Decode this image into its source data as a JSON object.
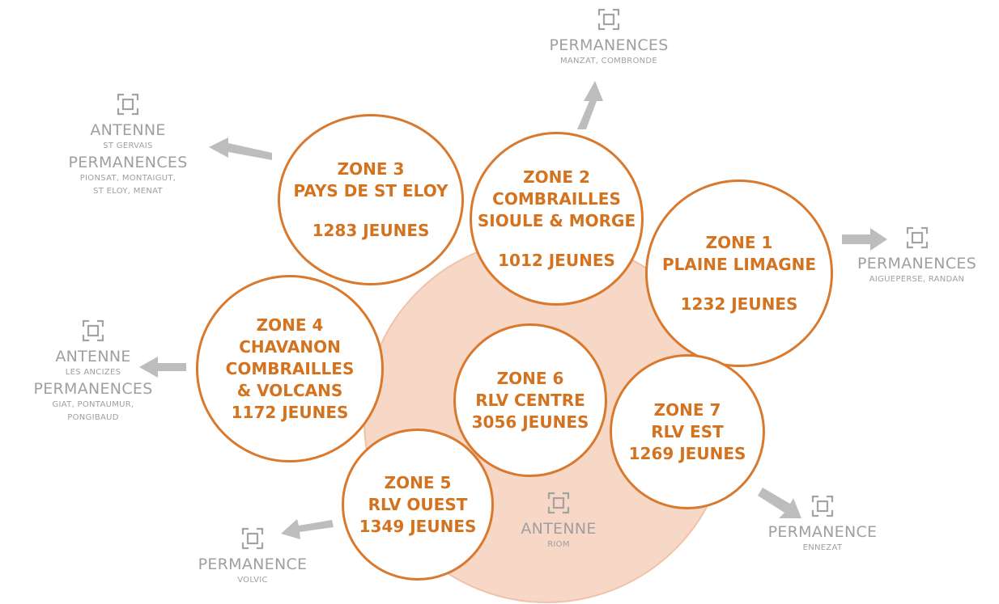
{
  "colors": {
    "accent": "#d4731f",
    "border": "#d9792e",
    "bubble": "#f7d7c5",
    "grey_text": "#9f9f9f",
    "arrow": "#bdbdbd"
  },
  "zones": [
    {
      "lines": [
        "ZONE 1",
        "PLAINE LIMAGNE"
      ],
      "count": "1232 JEUNES"
    },
    {
      "lines": [
        "ZONE 2",
        "COMBRAILLES",
        "SIOULE & MORGE"
      ],
      "count": "1012 JEUNES"
    },
    {
      "lines": [
        "ZONE 3",
        "PAYS DE ST ELOY"
      ],
      "count": "1283 JEUNES"
    },
    {
      "lines": [
        "ZONE 4",
        "CHAVANON",
        "COMBRAILLES",
        "& VOLCANS"
      ],
      "count": "1172 JEUNES"
    },
    {
      "lines": [
        "ZONE 5",
        "RLV OUEST"
      ],
      "count": "1349 JEUNES"
    },
    {
      "lines": [
        "ZONE 6",
        "RLV CENTRE"
      ],
      "count": "3056 JEUNES"
    },
    {
      "lines": [
        "ZONE 7",
        "RLV EST"
      ],
      "count": "1269 JEUNES"
    }
  ],
  "offices": {
    "zone3": {
      "antenne": "ANTENNE",
      "antenne_place": "ST GERVAIS",
      "perm": "PERMANENCES",
      "perm_places_1": "PIONSAT, MONTAIGUT,",
      "perm_places_2": "ST ELOY, MENAT"
    },
    "zone2": {
      "perm": "PERMANENCES",
      "perm_places": "MANZAT, COMBRONDE"
    },
    "zone1": {
      "perm": "PERMANENCES",
      "perm_places": "AIGUEPERSE, RANDAN"
    },
    "zone4": {
      "antenne": "ANTENNE",
      "antenne_place": "LES ANCIZES",
      "perm": "PERMANENCES",
      "perm_places_1": "GIAT, PONTAUMUR,",
      "perm_places_2": "PONGIBAUD"
    },
    "zone5": {
      "perm": "PERMANENCE",
      "perm_places": "VOLVIC"
    },
    "zone7": {
      "perm": "PERMANENCE",
      "perm_places": "ENNEZAT"
    },
    "zone6": {
      "antenne": "ANTENNE",
      "antenne_place": "RIOM"
    }
  }
}
